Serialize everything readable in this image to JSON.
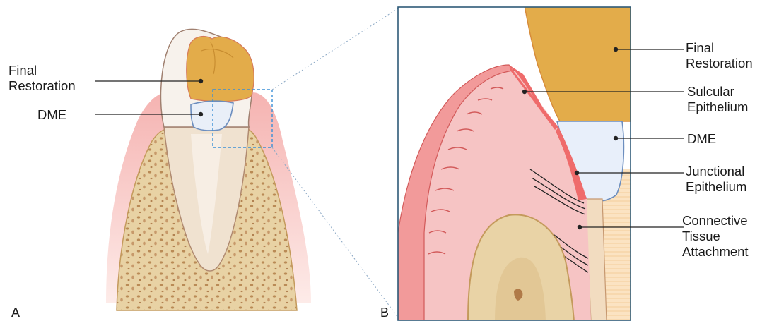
{
  "panel_a": {
    "letter": "A",
    "labels": {
      "final_restoration": "Final\nRestoration",
      "dme": "DME"
    }
  },
  "panel_b": {
    "letter": "B",
    "labels": {
      "final_restoration": "Final\nRestoration",
      "sulcular_epithelium": "Sulcular\nEpithelium",
      "dme": "DME",
      "junctional_epithelium": "Junctional\nEpithelium",
      "connective_tissue_attachment": "Connective\nTissue\nAttachment"
    }
  },
  "colors": {
    "restoration": "#e3ac4a",
    "restoration_outline": "#c98a2a",
    "dme": "#e8effa",
    "dme_outline": "#6c8ebf",
    "gingiva": "#f6c4c4",
    "gingiva_dark": "#f28d8d",
    "epithelium": "#ef6b6b",
    "bone": "#e9d3a6",
    "bone_outline": "#c49a5c",
    "dentin": "#f3e3cf",
    "zoom_box": "#3a8fd6",
    "frame": "#2e5a78"
  }
}
